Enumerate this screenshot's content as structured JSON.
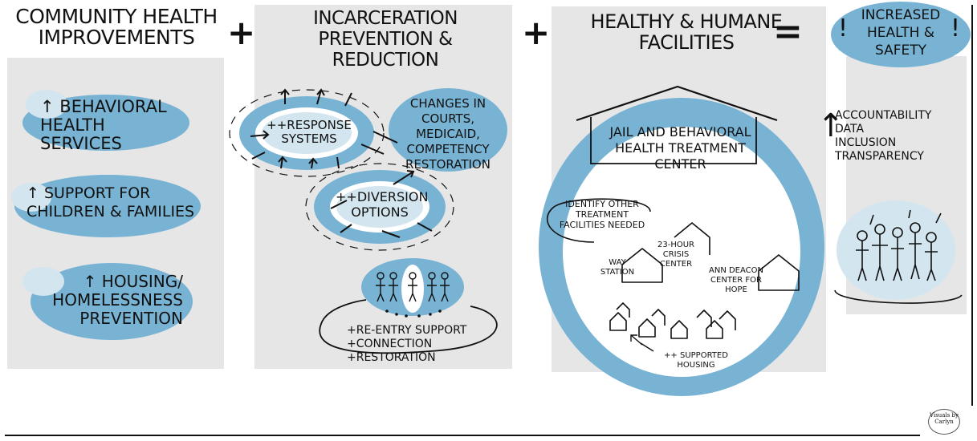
{
  "colors": {
    "panel": "#e6e6e6",
    "blue": "#78b3d4",
    "light_blue": "#d3e5ee",
    "ink": "#111111"
  },
  "operators": {
    "plus1": "+",
    "plus2": "+",
    "equals": "="
  },
  "community": {
    "title": "COMMUNITY HEALTH IMPROVEMENTS",
    "items": [
      {
        "arrow": "↑",
        "label": "BEHAVIORAL HEALTH SERVICES"
      },
      {
        "arrow": "↑",
        "label": "SUPPORT for CHILDREN & FAMILIES"
      },
      {
        "arrow": "↑",
        "label": "HOUSING/ HOMELESSNESS PREVENTION"
      }
    ]
  },
  "incarceration": {
    "title": "INCARCERATION PREVENTION & REDUCTION",
    "response": "++RESPONSE SYSTEMS",
    "courts": "CHANGES IN COURTS, MEDICAID, COMPETENCY RESTORATION",
    "diversion": "++DIVERSION OPTIONS",
    "reentry": [
      "+RE-ENTRY SUPPORT",
      "+CONNECTION",
      "+RESTORATION"
    ]
  },
  "facilities": {
    "title": "HEALTHY & HUMANE FACILITIES",
    "building": "JAIL and BEHAVIORAL HEALTH TREATMENT CENTER",
    "identify": "IDENTIFY OTHER TREATMENT FACILITIES NEEDED",
    "way_station": "WAY STATION",
    "crisis": "23-HOUR CRISIS CENTER",
    "ann_deacon": "ANN DEACON CENTER for HOPE",
    "housing": "++ SUPPORTED HOUSING"
  },
  "result": {
    "title": "INCREASED HEALTH & SAFETY",
    "exclaim": "!",
    "arrow": "↑",
    "items": [
      "ACCOUNTABILITY",
      "DATA",
      "INCLUSION",
      "TRANSPARENCY"
    ]
  },
  "signature": "Visuals by Carlyn"
}
